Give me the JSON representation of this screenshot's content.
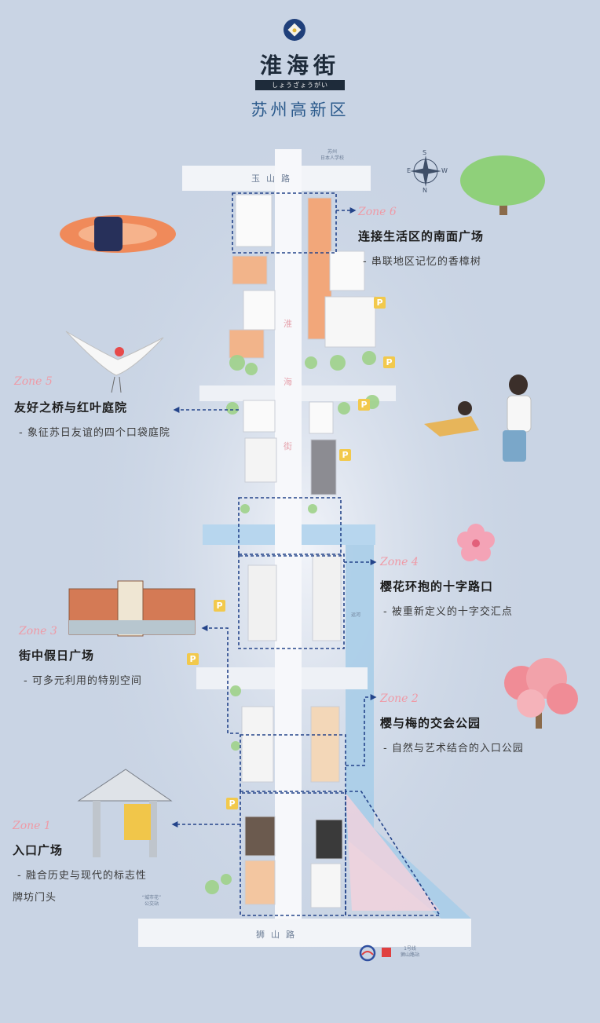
{
  "header": {
    "title": "淮海街",
    "kana": "しょうざょうがい",
    "subtitle": "苏州高新区"
  },
  "roads": {
    "top": "玉山路",
    "bottom": "狮山路",
    "main_street_chars": [
      "淮",
      "海",
      "街"
    ],
    "canal_label": "运河",
    "top_sign": "苏州\n日本人学校",
    "bottom_left_sign": "“城市花”\n公交站",
    "bottom_right_sign": "1号线\n狮山路站"
  },
  "compass": {
    "n": "N",
    "s": "S",
    "e": "E",
    "w": "W"
  },
  "parking_label": "P",
  "zones": [
    {
      "id": "zone6",
      "tag": "Zone 6",
      "title": "连接生活区的南面广场",
      "desc": "- 串联地区记忆的香樟树"
    },
    {
      "id": "zone5",
      "tag": "Zone 5",
      "title": "友好之桥与红叶庭院",
      "desc": "- 象征苏日友谊的四个口袋庭院"
    },
    {
      "id": "zone4",
      "tag": "Zone 4",
      "title": "樱花环抱的十字路口",
      "desc": "- 被重新定义的十字交汇点"
    },
    {
      "id": "zone3",
      "tag": "Zone 3",
      "title": "街中假日广场",
      "desc": "- 可多元利用的特别空间"
    },
    {
      "id": "zone2",
      "tag": "Zone 2",
      "title": "樱与梅的交会公园",
      "desc": "- 自然与艺术结合的入口公园"
    },
    {
      "id": "zone1",
      "tag": "Zone 1",
      "title": "入口广场",
      "desc": "- 融合历史与现代的标志性",
      "desc2": "牌坊门头"
    }
  ],
  "colors": {
    "background": "#c9d4e4",
    "road": "#f2f4f8",
    "canal": "#9fc6e4",
    "zone_tag": "#ef9aa6",
    "arrow": "#24448a",
    "brand": "#1f3f7a",
    "parking": "#f2c94c"
  }
}
